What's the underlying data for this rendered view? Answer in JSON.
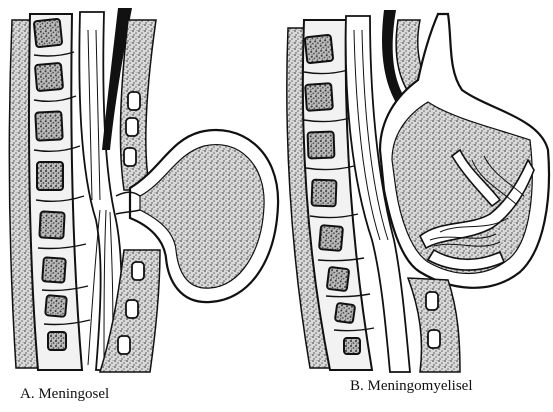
{
  "panels": [
    {
      "id": "A",
      "caption": "A. Meningosel"
    },
    {
      "id": "B",
      "caption": "B. Meningomyelisel"
    }
  ],
  "colors": {
    "ink": "#111111",
    "stipple": "#7a7a7a",
    "fluid": "#9a9a9a",
    "paper": "#ffffff"
  }
}
